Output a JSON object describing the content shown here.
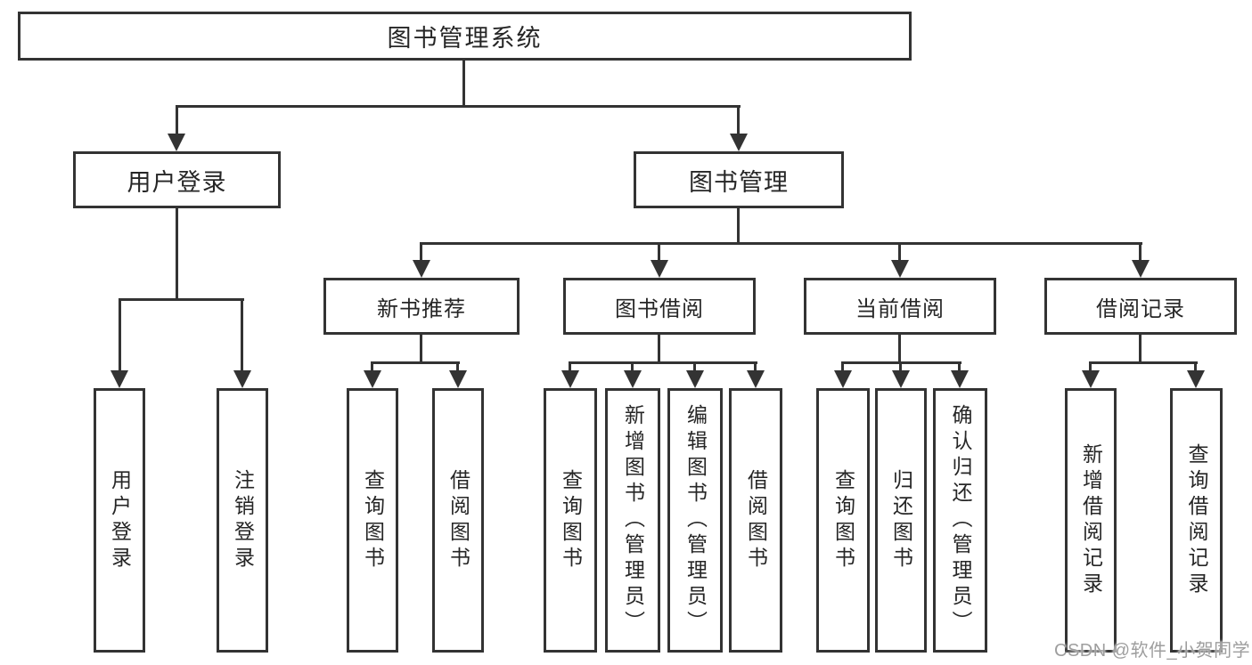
{
  "diagram": {
    "root": {
      "label": "图书管理系统"
    },
    "branches": {
      "user_login": {
        "label": "用户登录"
      },
      "book_mgmt": {
        "label": "图书管理"
      }
    },
    "modules": {
      "new_book_rec": {
        "label": "新书推荐"
      },
      "book_borrow": {
        "label": "图书借阅"
      },
      "current_borrow": {
        "label": "当前借阅"
      },
      "borrow_record": {
        "label": "借阅记录"
      }
    },
    "leaves": {
      "user_login_login": {
        "label": "用户登录"
      },
      "user_login_logout": {
        "label": "注销登录"
      },
      "rec_query_book": {
        "label": "查询图书"
      },
      "rec_borrow_book": {
        "label": "借阅图书"
      },
      "bb_query_book": {
        "label": "查询图书"
      },
      "bb_add_book": {
        "label": "新增图书（管理员）"
      },
      "bb_edit_book": {
        "label": "编辑图书（管理员）"
      },
      "bb_borrow_book": {
        "label": "借阅图书"
      },
      "cb_query_book": {
        "label": "查询图书"
      },
      "cb_return_book": {
        "label": "归还图书"
      },
      "cb_confirm_return": {
        "label": "确认归还（管理员）"
      },
      "br_add_record": {
        "label": "新增借阅记录"
      },
      "br_query_record": {
        "label": "查询借阅记录"
      }
    },
    "watermark": {
      "text": "CSDN @软件_小贺同学"
    },
    "colors": {
      "line": "#333333",
      "text": "#262626",
      "watermark": "#9e9e9e",
      "background": "#ffffff"
    }
  }
}
